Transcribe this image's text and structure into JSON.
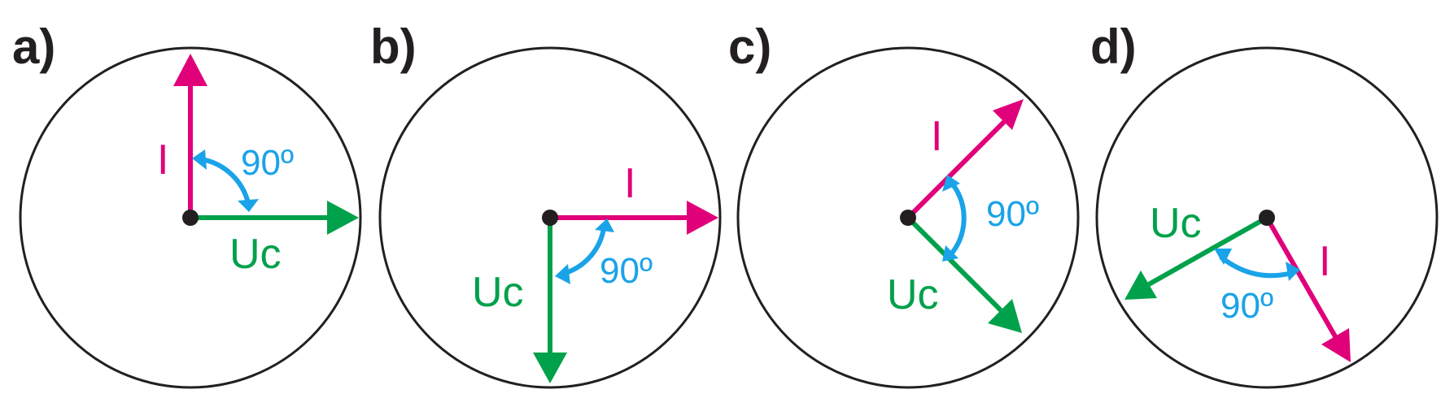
{
  "colors": {
    "current": "#e0007a",
    "voltage": "#00a14b",
    "angle": "#1aa3e8",
    "outline": "#231f20"
  },
  "panels": [
    {
      "label": "a)",
      "current_label": "I",
      "voltage_label": "Uc",
      "angle_label": "90º"
    },
    {
      "label": "b)",
      "current_label": "I",
      "voltage_label": "Uc",
      "angle_label": "90º"
    },
    {
      "label": "c)",
      "current_label": "I",
      "voltage_label": "Uc",
      "angle_label": "90º"
    },
    {
      "label": "d)",
      "current_label": "I",
      "voltage_label": "Uc",
      "angle_label": "90º"
    }
  ]
}
